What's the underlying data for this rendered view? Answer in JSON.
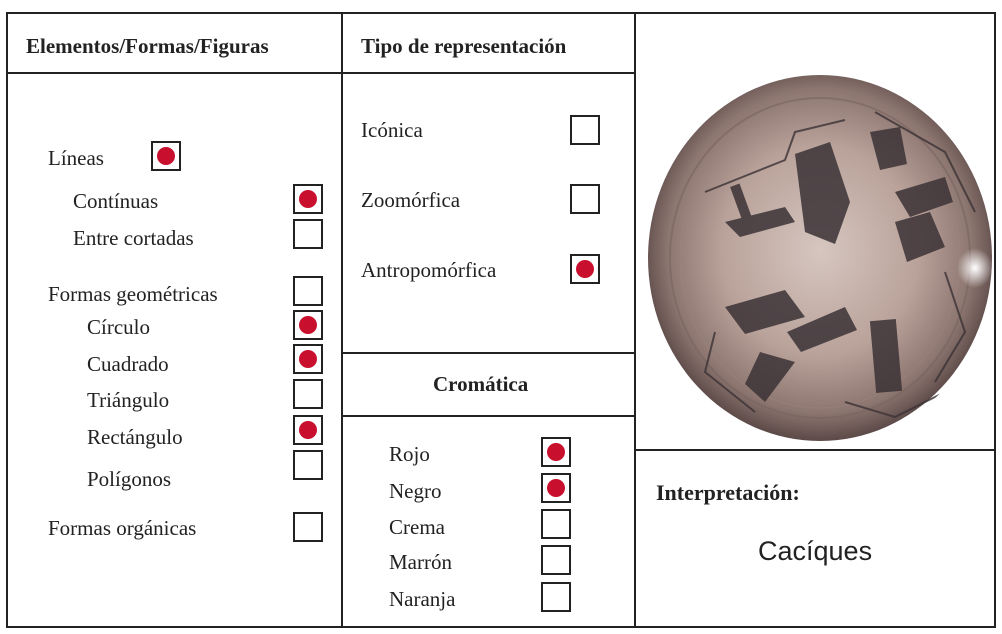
{
  "elements": {
    "header": "Elementos/Formas/Figuras",
    "items": [
      {
        "label": "Líneas",
        "checked": true
      },
      {
        "label": "Contínuas",
        "checked": true
      },
      {
        "label": "Entre cortadas",
        "checked": false
      },
      {
        "label": "Formas geométricas",
        "checked": false
      },
      {
        "label": "Círculo",
        "checked": true
      },
      {
        "label": "Cuadrado",
        "checked": true
      },
      {
        "label": "Triángulo",
        "checked": false
      },
      {
        "label": "Rectángulo",
        "checked": true
      },
      {
        "label": "Polígonos",
        "checked": false
      },
      {
        "label": "Formas orgánicas",
        "checked": false
      }
    ]
  },
  "representation": {
    "header": "Tipo de representación",
    "items": [
      {
        "label": "Icónica",
        "checked": false
      },
      {
        "label": "Zoomórfica",
        "checked": false
      },
      {
        "label": "Antropomórfica",
        "checked": true
      }
    ]
  },
  "chromatic": {
    "header": "Cromática",
    "items": [
      {
        "label": "Rojo",
        "checked": true
      },
      {
        "label": "Negro",
        "checked": true
      },
      {
        "label": "Crema",
        "checked": false
      },
      {
        "label": "Marrón",
        "checked": false
      },
      {
        "label": "Naranja",
        "checked": false
      }
    ]
  },
  "interpretation": {
    "title": "Interpretación:",
    "value": "Cacíques"
  },
  "colors": {
    "marker": "#c8102e",
    "border": "#222222"
  }
}
